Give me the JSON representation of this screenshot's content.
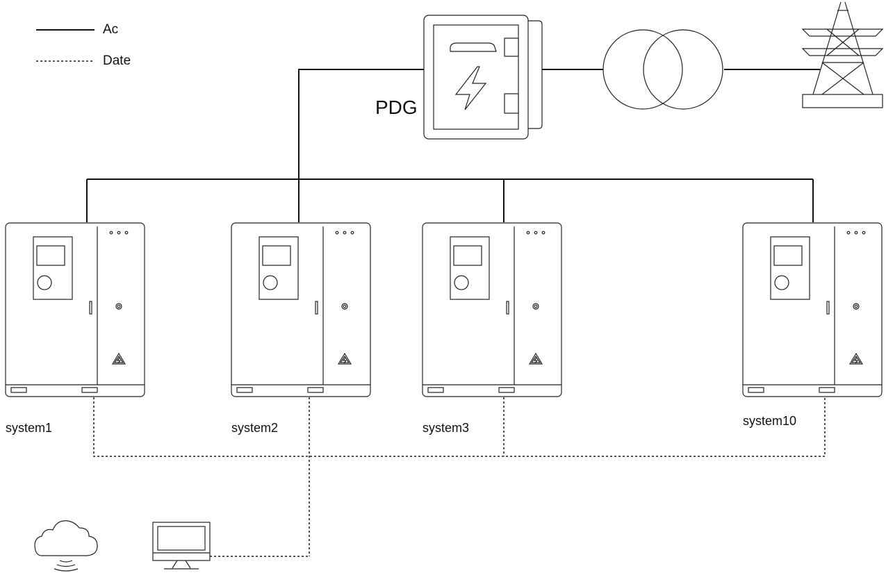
{
  "legend": {
    "ac_label": "Ac",
    "data_label": "Date"
  },
  "pdg": {
    "label": "PDG"
  },
  "systems": [
    {
      "label": "system1"
    },
    {
      "label": "system2"
    },
    {
      "label": "system3"
    },
    {
      "label": "system10"
    }
  ],
  "colors": {
    "line": "#111111",
    "dashed_line": "#555555",
    "background": "#ffffff"
  },
  "icons": [
    "cabinet-icon",
    "pdg-box-icon",
    "transformer-icon",
    "transmission-tower-icon",
    "cloud-icon",
    "computer-icon",
    "high-voltage-warning-icon"
  ]
}
